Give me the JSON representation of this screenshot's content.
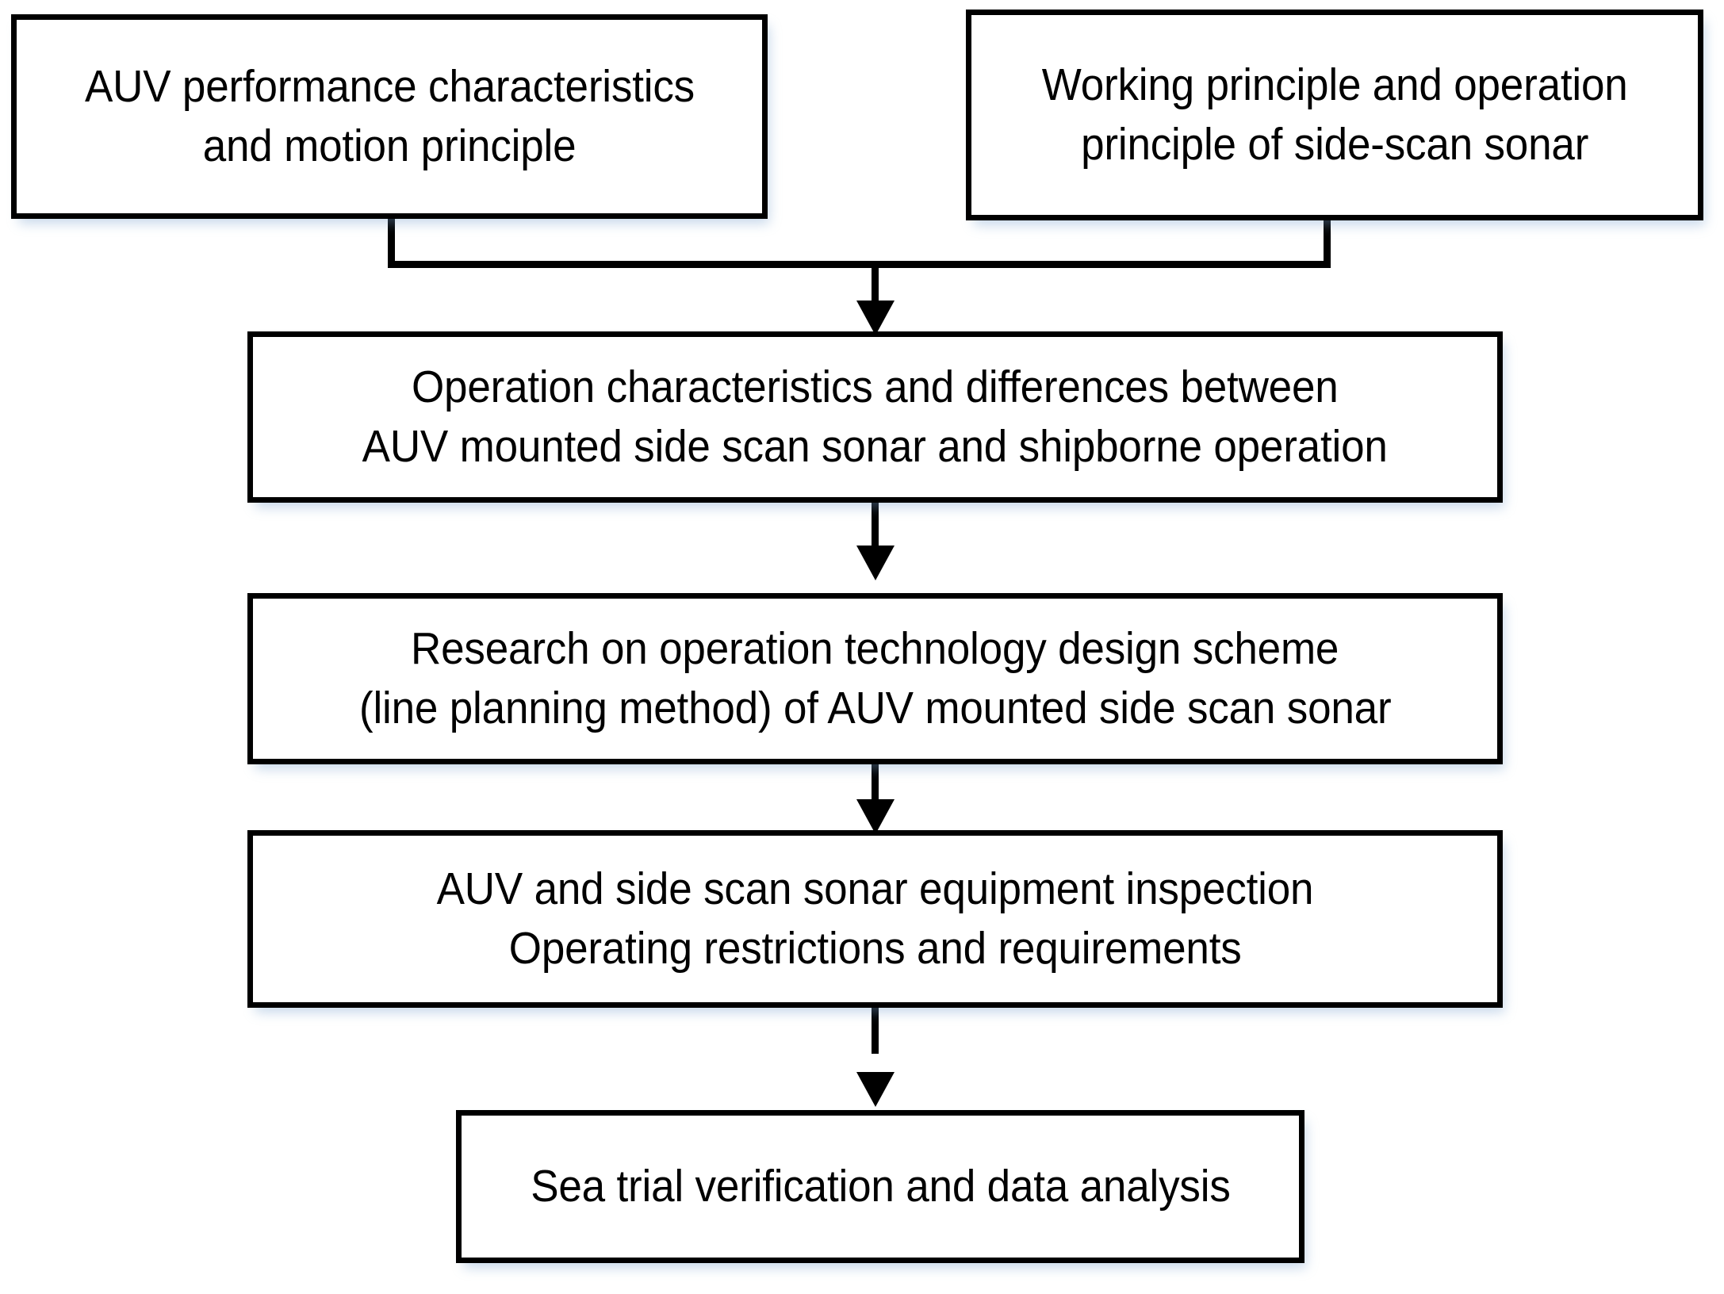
{
  "diagram": {
    "type": "flowchart",
    "orientation": "top-to-bottom",
    "background_color": "#ffffff",
    "line_color": "#000000",
    "text_color": "#000000",
    "nodes": [
      {
        "id": "auv-performance",
        "lines": [
          "AUV performance characteristics",
          "and motion principle"
        ]
      },
      {
        "id": "sonar-principle",
        "lines": [
          "Working principle and operation",
          "principle of side-scan sonar"
        ]
      },
      {
        "id": "operation-diff",
        "lines": [
          "Operation characteristics and differences between",
          "AUV mounted side scan sonar and shipborne operation"
        ]
      },
      {
        "id": "design-scheme",
        "lines": [
          "Research on operation technology design scheme",
          "(line planning method) of AUV mounted side scan sonar"
        ]
      },
      {
        "id": "equipment-check",
        "lines": [
          "AUV and side scan sonar equipment inspection",
          "Operating restrictions and requirements"
        ]
      },
      {
        "id": "sea-trial",
        "lines": [
          "Sea trial verification and data analysis"
        ]
      }
    ],
    "edges": [
      {
        "from": "auv-performance",
        "to": "operation-diff",
        "style": "merge-arrow"
      },
      {
        "from": "sonar-principle",
        "to": "operation-diff",
        "style": "merge-arrow"
      },
      {
        "from": "operation-diff",
        "to": "design-scheme",
        "style": "arrow"
      },
      {
        "from": "design-scheme",
        "to": "equipment-check",
        "style": "arrow"
      },
      {
        "from": "equipment-check",
        "to": "sea-trial",
        "style": "arrow"
      }
    ]
  }
}
